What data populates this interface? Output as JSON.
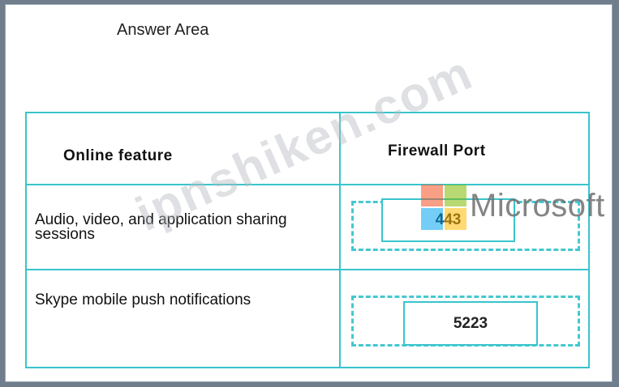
{
  "header": {
    "title": "Answer Area"
  },
  "table": {
    "columns": [
      "Online feature",
      "Firewall Port"
    ],
    "rows": [
      {
        "feature": "Audio, video, and application sharing sessions",
        "port": "443"
      },
      {
        "feature": "Skype mobile push notifications",
        "port": "5223"
      }
    ]
  },
  "watermark": {
    "text": "ipnshiken.com"
  },
  "brand": {
    "name": "Microsoft",
    "colors": [
      "#f25022",
      "#7fba00",
      "#00a4ef",
      "#ffb900"
    ]
  },
  "colors": {
    "border": "#39c4cc",
    "dashed": "#45c8d0"
  }
}
